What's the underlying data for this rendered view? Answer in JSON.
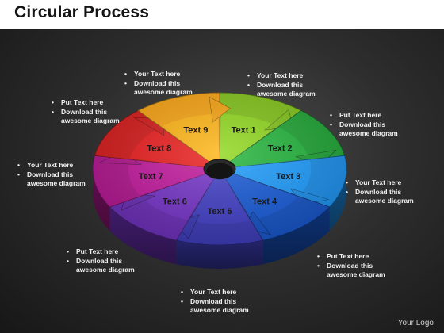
{
  "title": "Circular Process",
  "logo": "Your Logo",
  "segments": [
    {
      "label": "Text 1",
      "color": "#82c31c"
    },
    {
      "label": "Text 2",
      "color": "#21a437"
    },
    {
      "label": "Text 3",
      "color": "#1d8ee8"
    },
    {
      "label": "Text 4",
      "color": "#1753c2"
    },
    {
      "label": "Text 5",
      "color": "#3c3bb3"
    },
    {
      "label": "Text 6",
      "color": "#6a2fb4"
    },
    {
      "label": "Text 7",
      "color": "#b0188f"
    },
    {
      "label": "Text 8",
      "color": "#d41c1c"
    },
    {
      "label": "Text 9",
      "color": "#f6a313"
    }
  ],
  "callouts": [
    {
      "lines": [
        "Your Text  here",
        "Download this",
        "awesome diagram"
      ]
    },
    {
      "lines": [
        "Your Text here",
        "Download this",
        "awesome diagram"
      ]
    },
    {
      "lines": [
        "Put Text here",
        "Download this",
        "awesome diagram"
      ]
    },
    {
      "lines": [
        "Your Text here",
        "Download this",
        "awesome diagram"
      ]
    },
    {
      "lines": [
        "Put Text here",
        "Download this",
        "awesome diagram"
      ]
    },
    {
      "lines": [
        "Your Text here",
        "Download this",
        "awesome diagram"
      ]
    },
    {
      "lines": [
        "Put Text  here",
        "Download this",
        "awesome diagram"
      ]
    },
    {
      "lines": [
        "Your Text  here",
        "Download this",
        "awesome diagram"
      ]
    },
    {
      "lines": [
        "Put Text  here",
        "Download this",
        "awesome diagram"
      ]
    }
  ]
}
